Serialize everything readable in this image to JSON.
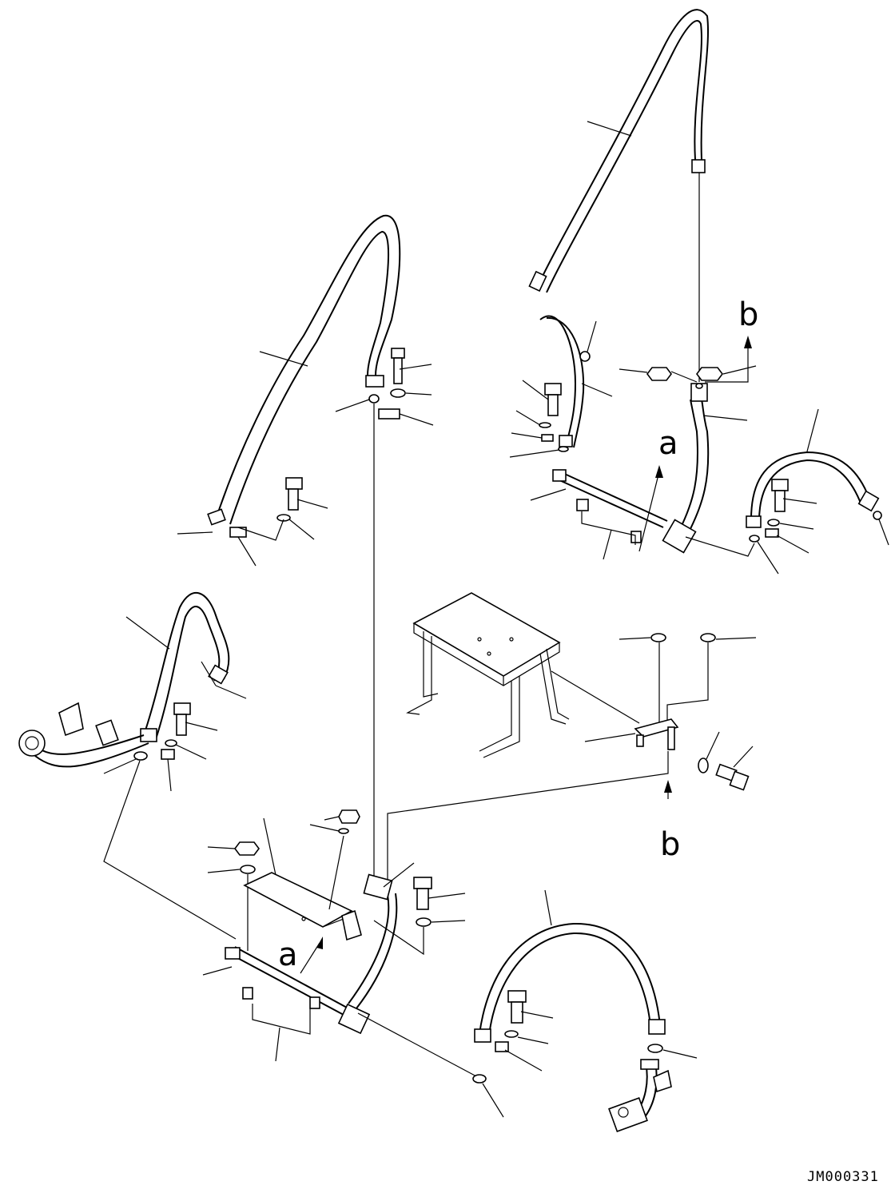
{
  "drawing": {
    "code": "JM000331"
  },
  "labels": {
    "a_top": "a",
    "b_top": "b",
    "b_mid": "b",
    "a_bottom": "a"
  }
}
